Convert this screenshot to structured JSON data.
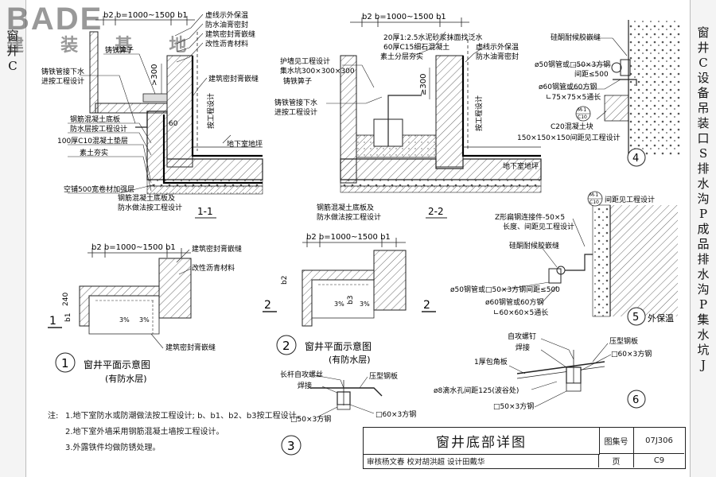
{
  "watermark": {
    "logo_en": "BADE",
    "logo_cn": "建 装 基 地"
  },
  "left_index": [
    "窗",
    "井",
    "C"
  ],
  "right_index": [
    "窗",
    "井",
    "C",
    "设",
    "备",
    "吊",
    "装",
    "口",
    "S",
    "排",
    "水",
    "沟",
    "P",
    "成",
    "品",
    "排",
    "水",
    "沟",
    "P",
    "集",
    "水",
    "坑",
    "J"
  ],
  "section_1_1": {
    "dim": "b2 b=1000~1500 b1",
    "labels": [
      "虚线示外保温",
      "防水油膏密封",
      "建筑密封膏嵌缝",
      "改性沥青材料",
      "铸铁箅子",
      "铸铁管接下水",
      "进按工程设计",
      "建筑密封膏嵌缝",
      "钢筋混凝土底板",
      "防水层按工程设计",
      "100厚C10混凝土垫层",
      "素土夯实",
      "空铺500宽卷材加强层",
      "按工程设计",
      "地下室地坪"
    ],
    "dim_300": ">300",
    "dim_60": "60",
    "bottom_labels": [
      "钢筋混凝土底板及",
      "防水做法按工程设计"
    ],
    "name": "1-1"
  },
  "section_2_2": {
    "dim": "b2 b=1000~1500 b1",
    "labels": [
      "20厚1:2.5水泥砂浆抹面找泛水",
      "60厚C15细石混凝土",
      "素土分层夯实",
      "虚线示外保温",
      "防水油膏密封",
      "护墙见工程设计",
      "集水坑300×300×300",
      "铸铁箅子",
      "铸铁管接下水",
      "进按工程设计",
      "按工程设计",
      "地下室地坪"
    ],
    "dim_300": "≥300",
    "bottom_labels": [
      "钢筋混凝土底板及",
      "防水做法按工程设计"
    ],
    "name": "2-2"
  },
  "detail_4": {
    "labels": [
      "硅酮耐候胶嵌缝",
      "ø50钢管或□50×3方钢",
      "间距≤500",
      "ø60钢管或60方钢",
      "∟75×75×5通长",
      "C20混凝土块",
      "150×150×150间距见工程设计"
    ],
    "ref_top": "M-1",
    "ref_bot": "C10",
    "num": "4"
  },
  "detail_5": {
    "labels": [
      "间距见工程设计",
      "Z形扁钢连接件-50×5",
      "长度、间距见工程设计",
      "硅酮耐候胶嵌缝",
      "ø50钢管或□50×3方钢间距≤500",
      "ø60钢管或60方钢",
      "∟60×60×5通长"
    ],
    "ref_top": "M-1",
    "ref_bot": "C10",
    "num": "5",
    "caption": "外保温"
  },
  "plan_1": {
    "dim": "b2 b=1000~1500 b1",
    "labels": [
      "建筑密封膏嵌缝",
      "改性沥青材料",
      "建筑密封膏嵌缝"
    ],
    "dim_240": "240",
    "dim_b1": "b1",
    "slope": "3%",
    "cut_mark": "1",
    "num": "1",
    "title": "窗井平面示意图",
    "subtitle": "(有防水层)"
  },
  "plan_2": {
    "dim": "b2 b=1000~1500 b1",
    "dim_b2": "b2",
    "dim_b3": "b3",
    "slope": "3%",
    "cut_mark": "2",
    "num": "2",
    "title": "窗井平面示意图",
    "subtitle": "(有防水层)"
  },
  "detail_3": {
    "labels": [
      "长杆自攻螺丝",
      "焊接",
      "压型钢板",
      "□50×3方钢",
      "□60×3方钢"
    ],
    "num": "3"
  },
  "detail_6": {
    "labels": [
      "自攻螺钉",
      "焊接",
      "压型钢板",
      "□60×3方钢",
      "1厚包角板",
      "ø8滴水孔间距125(波谷处)",
      "□50×3方钢"
    ],
    "num": "6"
  },
  "notes": {
    "label": "注:",
    "items": [
      "1.地下室防水或防潮做法按工程设计; b、b1、b2、b3按工程设计。",
      "2.地下室外墙采用钢筋混凝土墙按工程设计。",
      "3.外露铁件均做防锈处理。"
    ]
  },
  "title_block": {
    "title": "窗井底部详图",
    "atlas_label": "图集号",
    "atlas_no": "07J306",
    "page_label": "页",
    "page_no": "C9",
    "signoff": "审核杨文春 校对胡洪超 设计田戴华"
  }
}
